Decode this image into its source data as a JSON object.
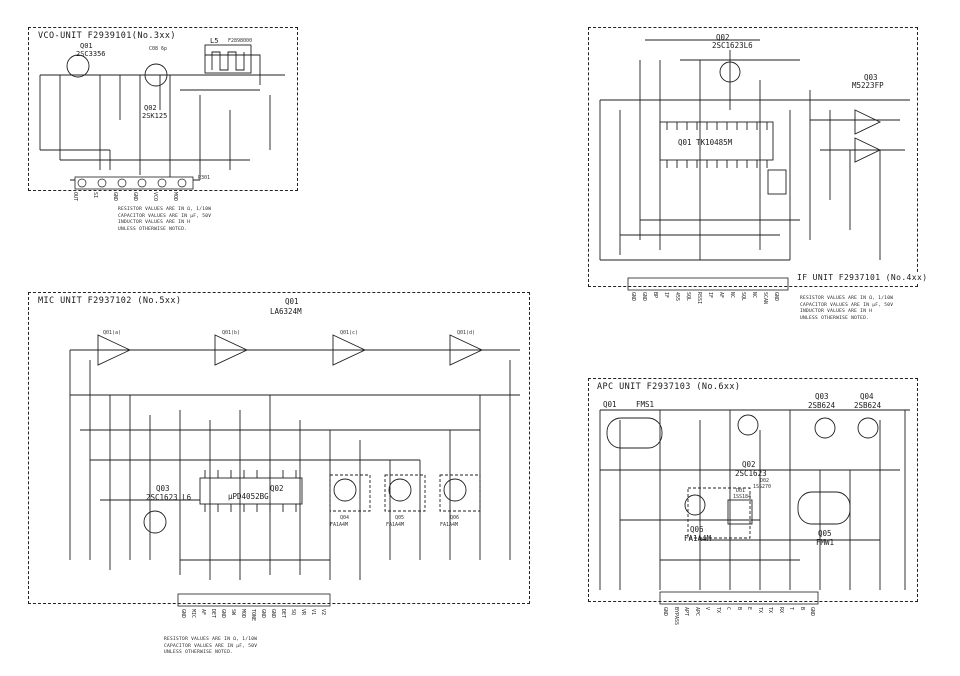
{
  "vco": {
    "title": "VCO-UNIT F2939101(No.3xx)",
    "q01": "Q01",
    "q01_part": "2SC3356",
    "q02": "Q02",
    "q02_part": "2SK125",
    "coil": "L5",
    "coil_part": "F2898000",
    "q02_top": "C08 6p",
    "connector": "P301",
    "pins": [
      "OUT",
      "SI",
      "GND",
      "GND",
      "VCO",
      "MOD"
    ],
    "note": [
      "RESISTOR VALUES ARE IN Ω, 1/10W",
      "CAPACITOR VALUES ARE IN µF, 50V",
      "INDUCTOR VALUES ARE IN H",
      "UNLESS OTHERWISE NOTED."
    ]
  },
  "if": {
    "title": "IF UNIT F2937101 (No.4xx)",
    "q01": "Q01 TK10485M",
    "q02": "Q02",
    "q02_part": "2SC1623L6",
    "q03": "Q03",
    "q03_part": "M5223FP",
    "pins": [
      "GND",
      "GND",
      "BP",
      "IF",
      "455",
      "SQL",
      "RSSI",
      "IF",
      "AF",
      "NC",
      "SQL",
      "NC",
      "SCAN",
      "GND"
    ],
    "note": [
      "RESISTOR VALUES ARE IN Ω, 1/10W",
      "CAPACITOR VALUES ARE IN µF, 50V",
      "INDUCTOR VALUES ARE IN H",
      "UNLESS OTHERWISE NOTED."
    ]
  },
  "mic": {
    "title": "MIC UNIT F2937102 (No.5xx)",
    "q01": "Q01",
    "q01_part": "LA6324M",
    "opamps": [
      "Q01(a)",
      "Q01(b)",
      "Q01(c)",
      "Q01(d)"
    ],
    "q02": "Q02",
    "q02_part": "µPD4052BG",
    "q03": "Q03",
    "q03_part": "2SC1623 L6",
    "q04": "Q04",
    "q04_part": "FA1A4M",
    "q05": "Q05",
    "q05_part": "FA1A4M",
    "q06": "Q06",
    "q06_part": "FA1A4M",
    "pins": [
      "GND",
      "MIC",
      "AF",
      "DET",
      "GND",
      "SW",
      "MOD",
      "TONE",
      "GND",
      "GND",
      "DET",
      "SQ",
      "VR",
      "V1",
      "V2"
    ],
    "note": [
      "RESISTOR VALUES ARE IN Ω, 1/10W",
      "CAPACITOR VALUES ARE IN µF, 50V",
      "UNLESS OTHERWISE NOTED."
    ]
  },
  "apc": {
    "title": "APC UNIT F2937103 (No.6xx)",
    "q01": "Q01",
    "q01_part": "FMS1",
    "q02": "Q02",
    "q02_part": "2SC1623",
    "q03": "Q03",
    "q03_part": "2SB624",
    "q04": "Q04",
    "q04_part": "2SB624",
    "q05": "Q05",
    "q05_part": "FMW1",
    "q06": "Q06",
    "q06_part": "FA1A4M",
    "d01": "D01",
    "d01_part": "1SS184",
    "d02": "D02",
    "d02_part": "1SS270",
    "pins": [
      "GND",
      "BYPASS",
      "APT",
      "APC",
      "V",
      "TX",
      "C",
      "B",
      "E",
      "TX",
      "TX",
      "RX",
      "T",
      "B",
      "GND"
    ]
  }
}
